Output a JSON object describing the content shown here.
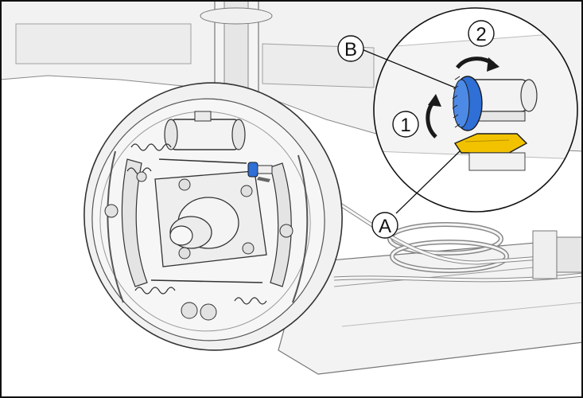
{
  "callouts": {
    "a": "A",
    "b": "B",
    "step1": "1",
    "step2": "2"
  },
  "colors": {
    "adjuster_wheel": "#2f6fd6",
    "lever": "#f2c200",
    "outline": "#1a1a1a",
    "part_fill": "#f4f4f4",
    "shade": "#d9d9d9"
  },
  "icons": {
    "rotation": "curved-arrow-icon"
  }
}
